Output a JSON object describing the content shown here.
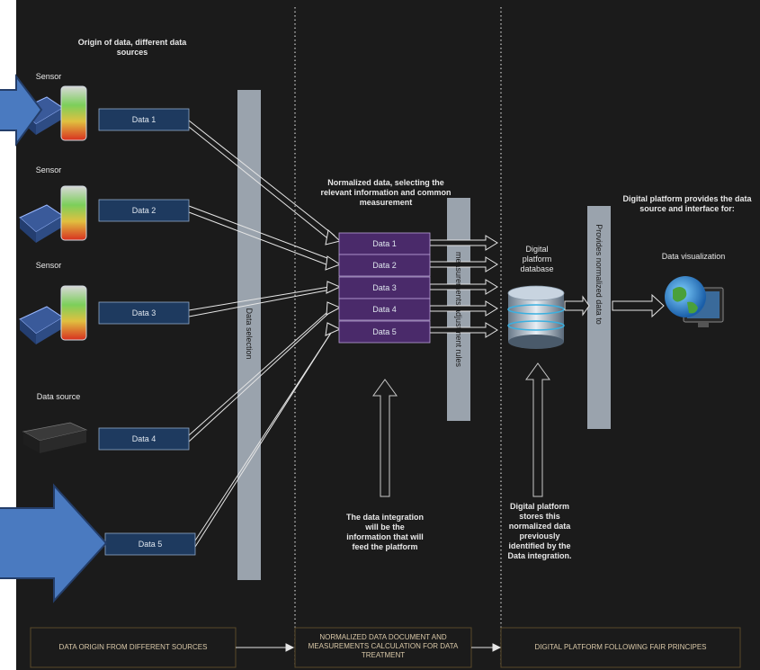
{
  "header": {
    "origin_title": "Origin of data, different data sources",
    "normalized_title": "Normalized data, selecting the relevant information and common measurement",
    "platform_title": "Digital platform provides the data source and interface for:"
  },
  "sources": {
    "sensor_1_label": "Sensor",
    "sensor_2_label": "Sensor",
    "sensor_3_label": "Sensor",
    "datasource_4_label": "Data source"
  },
  "inputs": [
    "Data 1",
    "Data 2",
    "Data 3",
    "Data 4",
    "Data 5"
  ],
  "selection_bar": "Data selection",
  "normalized": [
    "Data 1",
    "Data 2",
    "Data 3",
    "Data 4",
    "Data 5"
  ],
  "measurement_bar": "measurements adjustment rules",
  "database_label": "Digital platform database",
  "provides_bar": "Provides normalized data to",
  "visualization_label": "Data visualization",
  "notes": {
    "integration_note": "The data integration will be the information that will feed the platform",
    "platform_note": "Digital platform stores this normalized data previously identified by the Data integration."
  },
  "footer": {
    "stage1": "DATA ORIGIN FROM DIFFERENT SOURCES",
    "stage2": "NORMALIZED DATA DOCUMENT AND MEASUREMENTS CALCULATION FOR DATA TREATMENT",
    "stage3": "DIGITAL PLATFORM FOLLOWING FAIR PRINCIPES"
  },
  "colors": {
    "background": "#1b1b1b",
    "input_box": "#1e3a5f",
    "normalized_box": "#4a2a6a",
    "bar": "#9aa3ad",
    "callout_arrow": "#4a7ac0",
    "footer_border": "#5a4a2a"
  },
  "icons": [
    "sensor-icon",
    "gauge-cup-icon",
    "server-box-icon",
    "database-icon",
    "globe-monitor-icon",
    "callout-arrow-icon"
  ]
}
